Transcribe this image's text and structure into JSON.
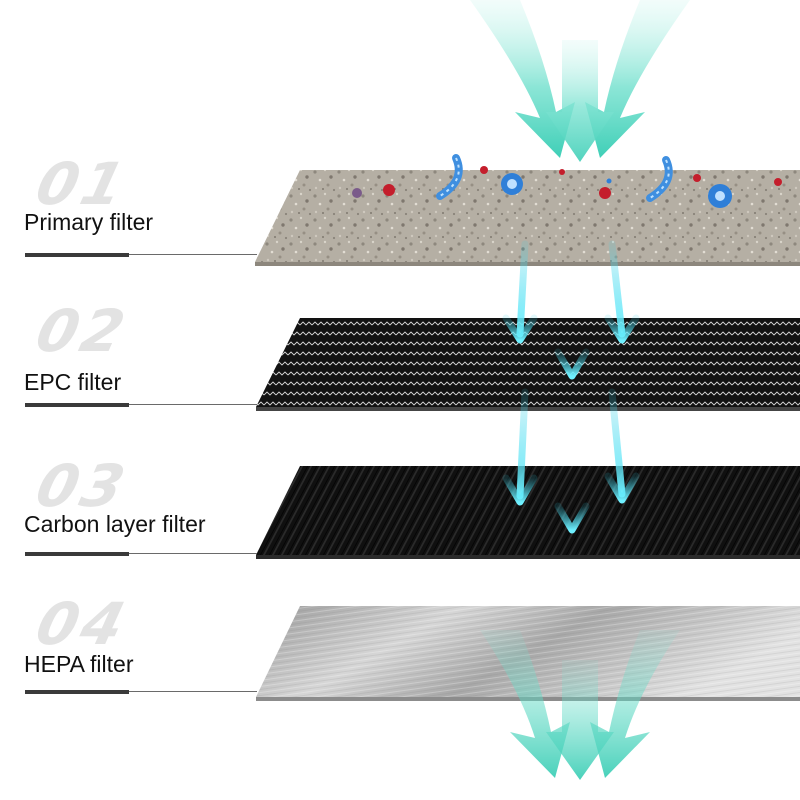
{
  "colors": {
    "accent_arrow": "#5fd8c8",
    "primary_filter": "#b8b2a6",
    "epc_filter": "#141414",
    "carbon_filter": "#0f0f0f",
    "hepa_filter": "#bdbdbd"
  },
  "layers": [
    {
      "number": "01",
      "label": "Primary filter"
    },
    {
      "number": "02",
      "label": "EPC filter"
    },
    {
      "number": "03",
      "label": "Carbon layer filter"
    },
    {
      "number": "04",
      "label": "HEPA filter"
    }
  ],
  "icons": [
    "airflow-in-arrow",
    "airflow-down-arrow",
    "airflow-out-arrow",
    "bacteria-icon",
    "virus-icon",
    "particle-icon"
  ]
}
